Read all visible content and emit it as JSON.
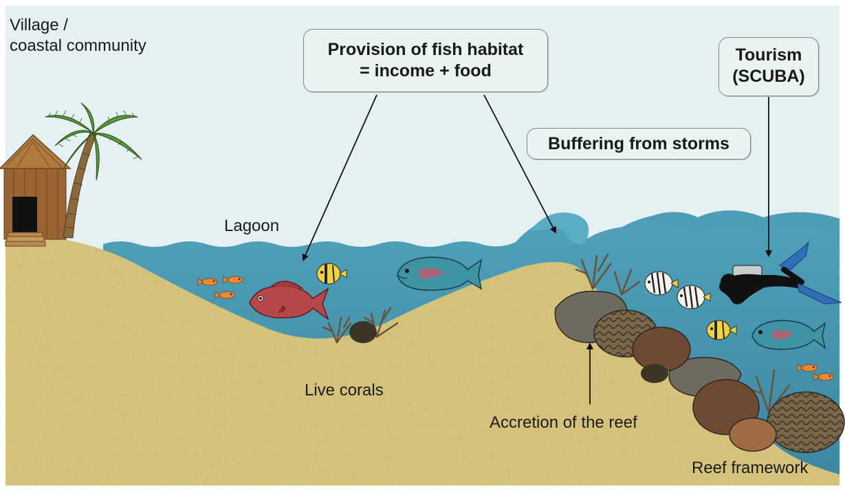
{
  "labels": {
    "village_line1": "Village /",
    "village_line2": "coastal community",
    "lagoon": "Lagoon",
    "live_corals": "Live corals",
    "accretion": "Accretion of the reef",
    "reef_framework": "Reef framework"
  },
  "callouts": {
    "fish_habitat_line1": "Provision of fish habitat",
    "fish_habitat_line2": "= income + food",
    "buffering": "Buffering from storms",
    "tourism_line1": "Tourism",
    "tourism_line2": "(SCUBA)"
  },
  "colors": {
    "sky": "#e4f0f2",
    "water": "#4fa1ba",
    "water_deep": "#3d8aa3",
    "sand": "#e1cf86",
    "callout_fill": "#e9f3f1",
    "hut": "#8b5a2b",
    "palm_leaf": "#5c9a3a",
    "red_fish": "#b8474a",
    "parrotfish": "#3e93a5",
    "coral_dark": "#5a4a3a"
  },
  "icons": [
    "hut-icon",
    "palm-tree-icon",
    "red-snapper-icon",
    "parrotfish-icon",
    "butterflyfish-icon",
    "small-orange-fish-icon",
    "scuba-diver-icon",
    "brain-coral-icon",
    "branching-coral-icon",
    "wave-icon"
  ]
}
